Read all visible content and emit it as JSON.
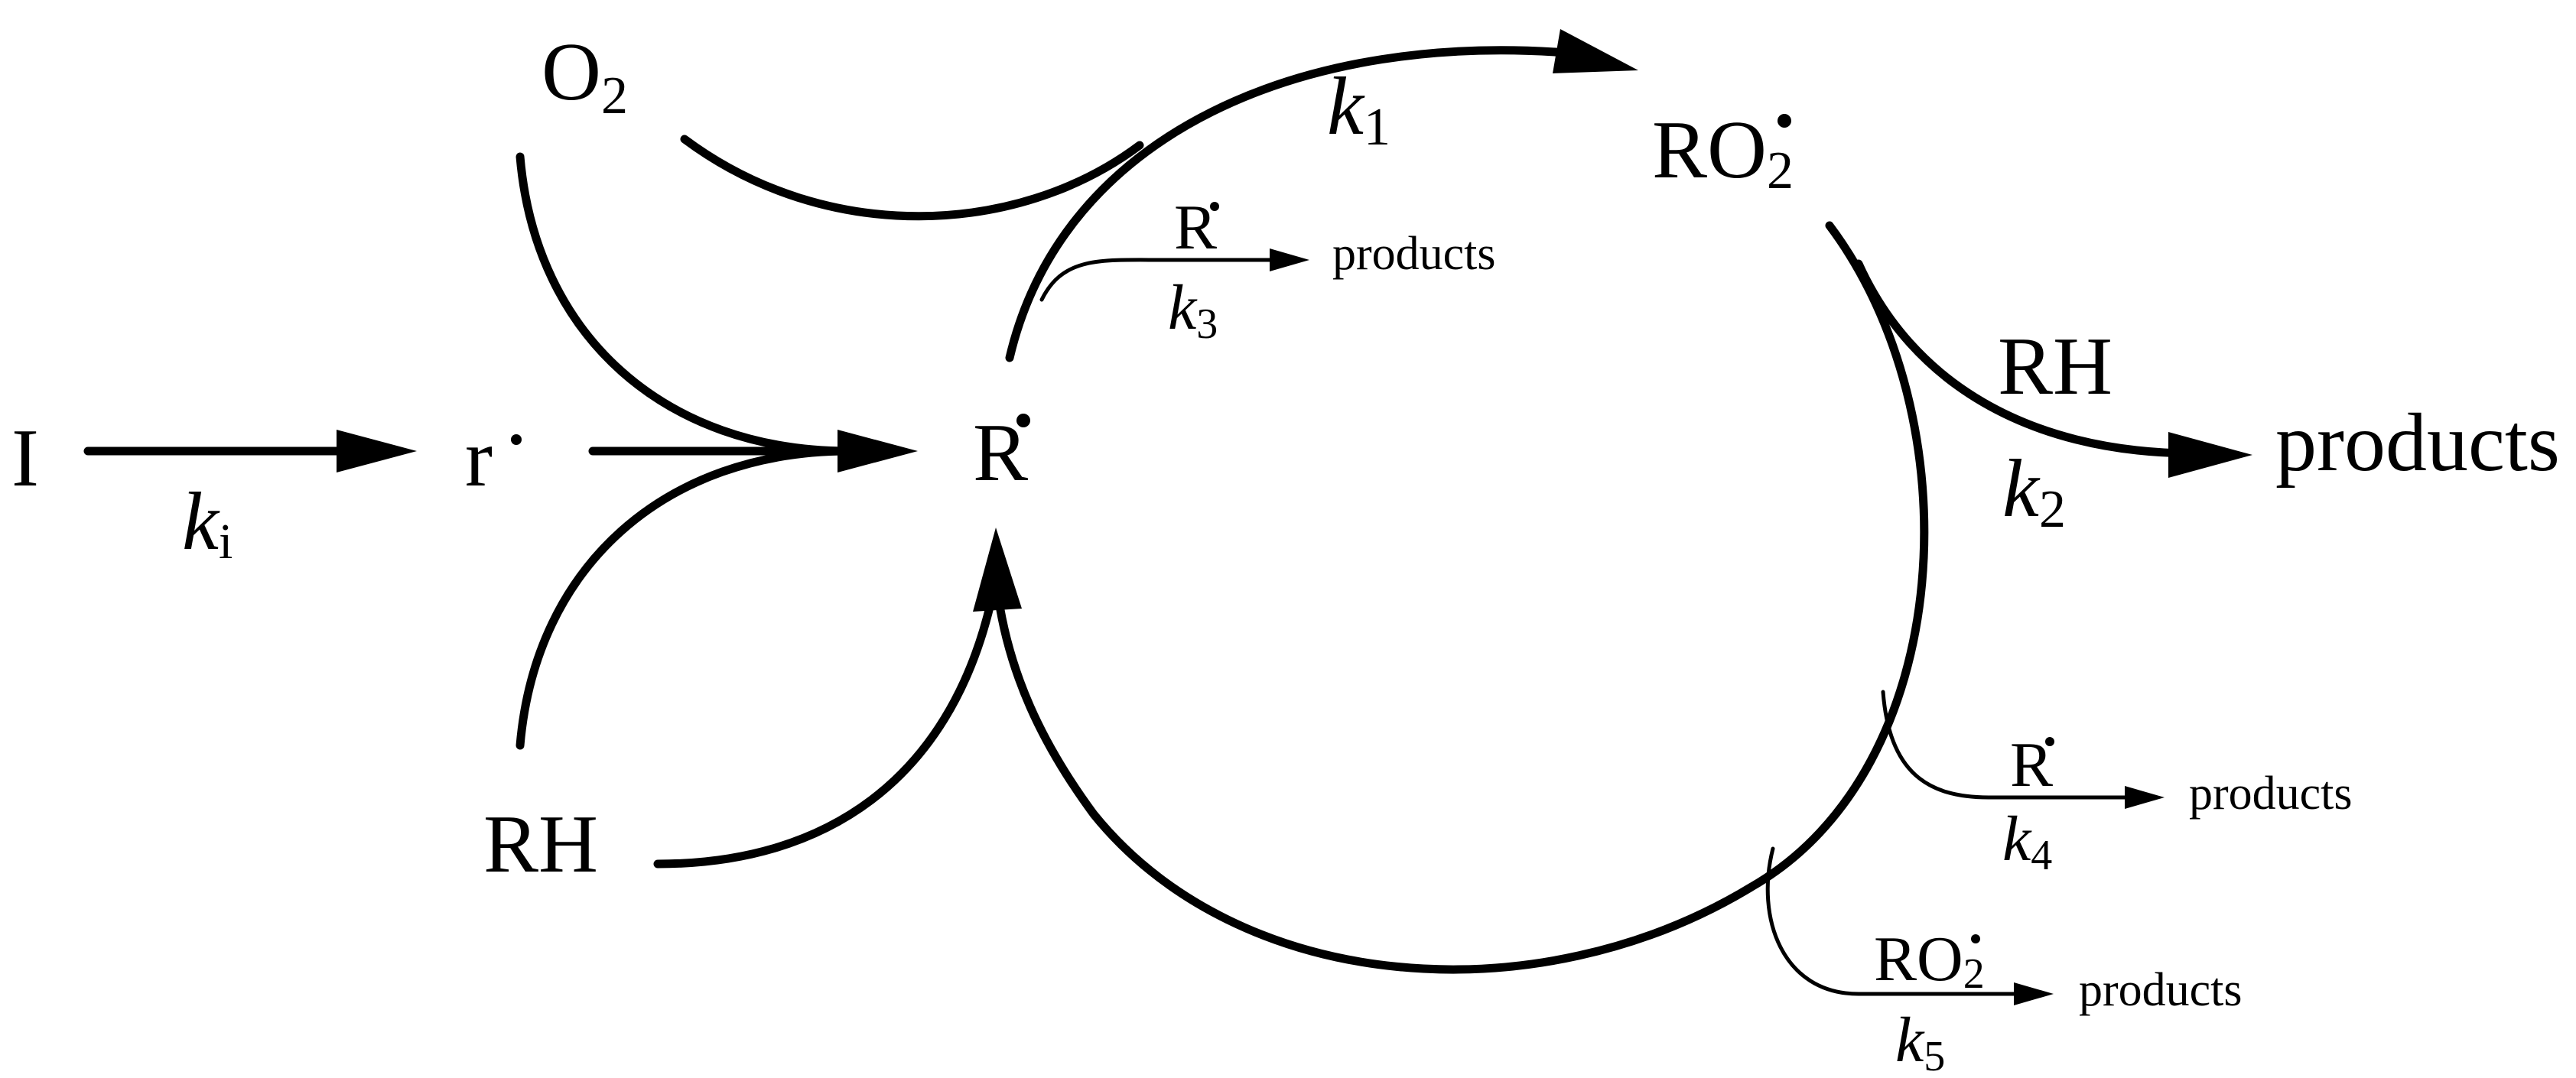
{
  "species": {
    "initiator": "I",
    "initial_radical": "r",
    "oxygen": "O",
    "oxygen_sub": "2",
    "hydrocarbon_top": "RH",
    "hydrocarbon_bottom": "RH",
    "alkyl_radical": "R",
    "peroxyl_radical": "RO",
    "peroxyl_sub": "2",
    "radical_dot": "•",
    "co_reactant_k2": "RH",
    "products_k2": "products"
  },
  "rate_constants": {
    "k_symbol": "k",
    "ki_sub": "i",
    "k1_sub": "1",
    "k2_sub": "2",
    "k3_sub": "3",
    "k4_sub": "4",
    "k5_sub": "5"
  },
  "terminations": {
    "k3_partner": "R",
    "k3_products": "products",
    "k4_partner": "R",
    "k4_products": "products",
    "k5_partner": "RO",
    "k5_partner_sub": "2",
    "k5_products": "products"
  }
}
